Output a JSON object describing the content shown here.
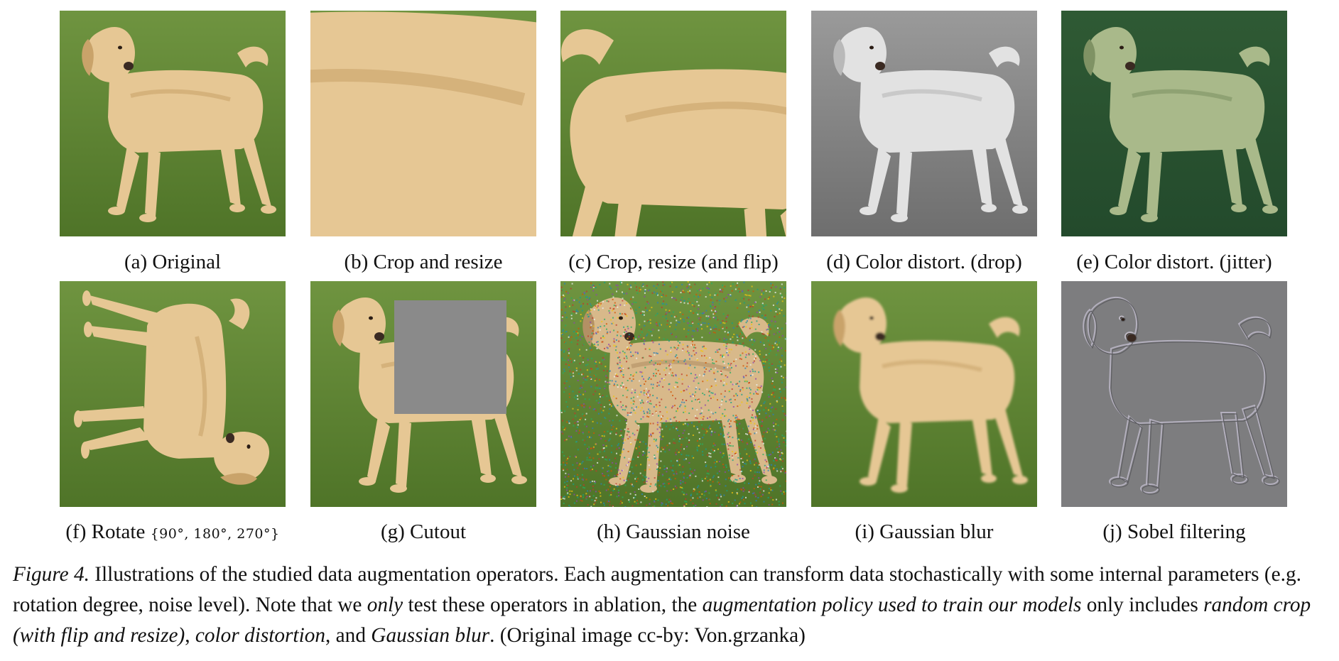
{
  "panels": [
    {
      "tag": "(a)",
      "text": "Original",
      "variant": "original"
    },
    {
      "tag": "(b)",
      "text": "Crop and resize",
      "variant": "crop-closeup"
    },
    {
      "tag": "(c)",
      "text": "Crop, resize (and flip)",
      "variant": "crop-flip"
    },
    {
      "tag": "(d)",
      "text": "Color distort. (drop)",
      "variant": "grayscale"
    },
    {
      "tag": "(e)",
      "text": "Color distort. (jitter)",
      "variant": "jitter"
    },
    {
      "tag": "(f)",
      "text": "Rotate",
      "math": "{90°, 180°, 270°}",
      "variant": "rotate"
    },
    {
      "tag": "(g)",
      "text": "Cutout",
      "variant": "cutout"
    },
    {
      "tag": "(h)",
      "text": "Gaussian noise",
      "variant": "noise"
    },
    {
      "tag": "(i)",
      "text": "Gaussian blur",
      "variant": "blur"
    },
    {
      "tag": "(j)",
      "text": "Sobel filtering",
      "variant": "sobel"
    }
  ],
  "caption": {
    "figure_label": "Figure 4.",
    "seg1": " Illustrations of the studied data augmentation operators. Each augmentation can transform data stochastically with some internal parameters (e.g. rotation degree, noise level). Note that we ",
    "em1": "only",
    "seg2": " test these operators in ablation, the ",
    "em2": "augmentation policy used to train our models",
    "seg3": " only includes ",
    "em3": "random crop (with flip and resize)",
    "seg4": ", ",
    "em4": "color distortion",
    "seg5": ", and ",
    "em5": "Gaussian blur",
    "seg6": ". (Original image cc-by: Von.grzanka)"
  },
  "colors": {
    "grass": "#6f9440",
    "grass_dark": "#4f7428",
    "fur": "#e6c794",
    "fur_shade": "#c9a36a",
    "gray_bg": "#8c8c8c",
    "cutout_patch": "#8a8a8a",
    "jitter_bg": "#234a2c",
    "sobel_bg": "#7d7d7f"
  }
}
